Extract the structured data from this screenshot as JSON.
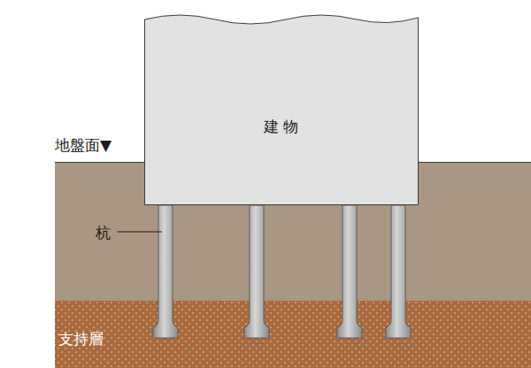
{
  "diagram": {
    "nodes": [
      {
        "text": [
          "建 物"
        ]
      },
      {
        "text": [
          "支持層"
        ]
      }
    ],
    "labels": [
      "地盤面▼",
      "杭"
    ]
  }
}
